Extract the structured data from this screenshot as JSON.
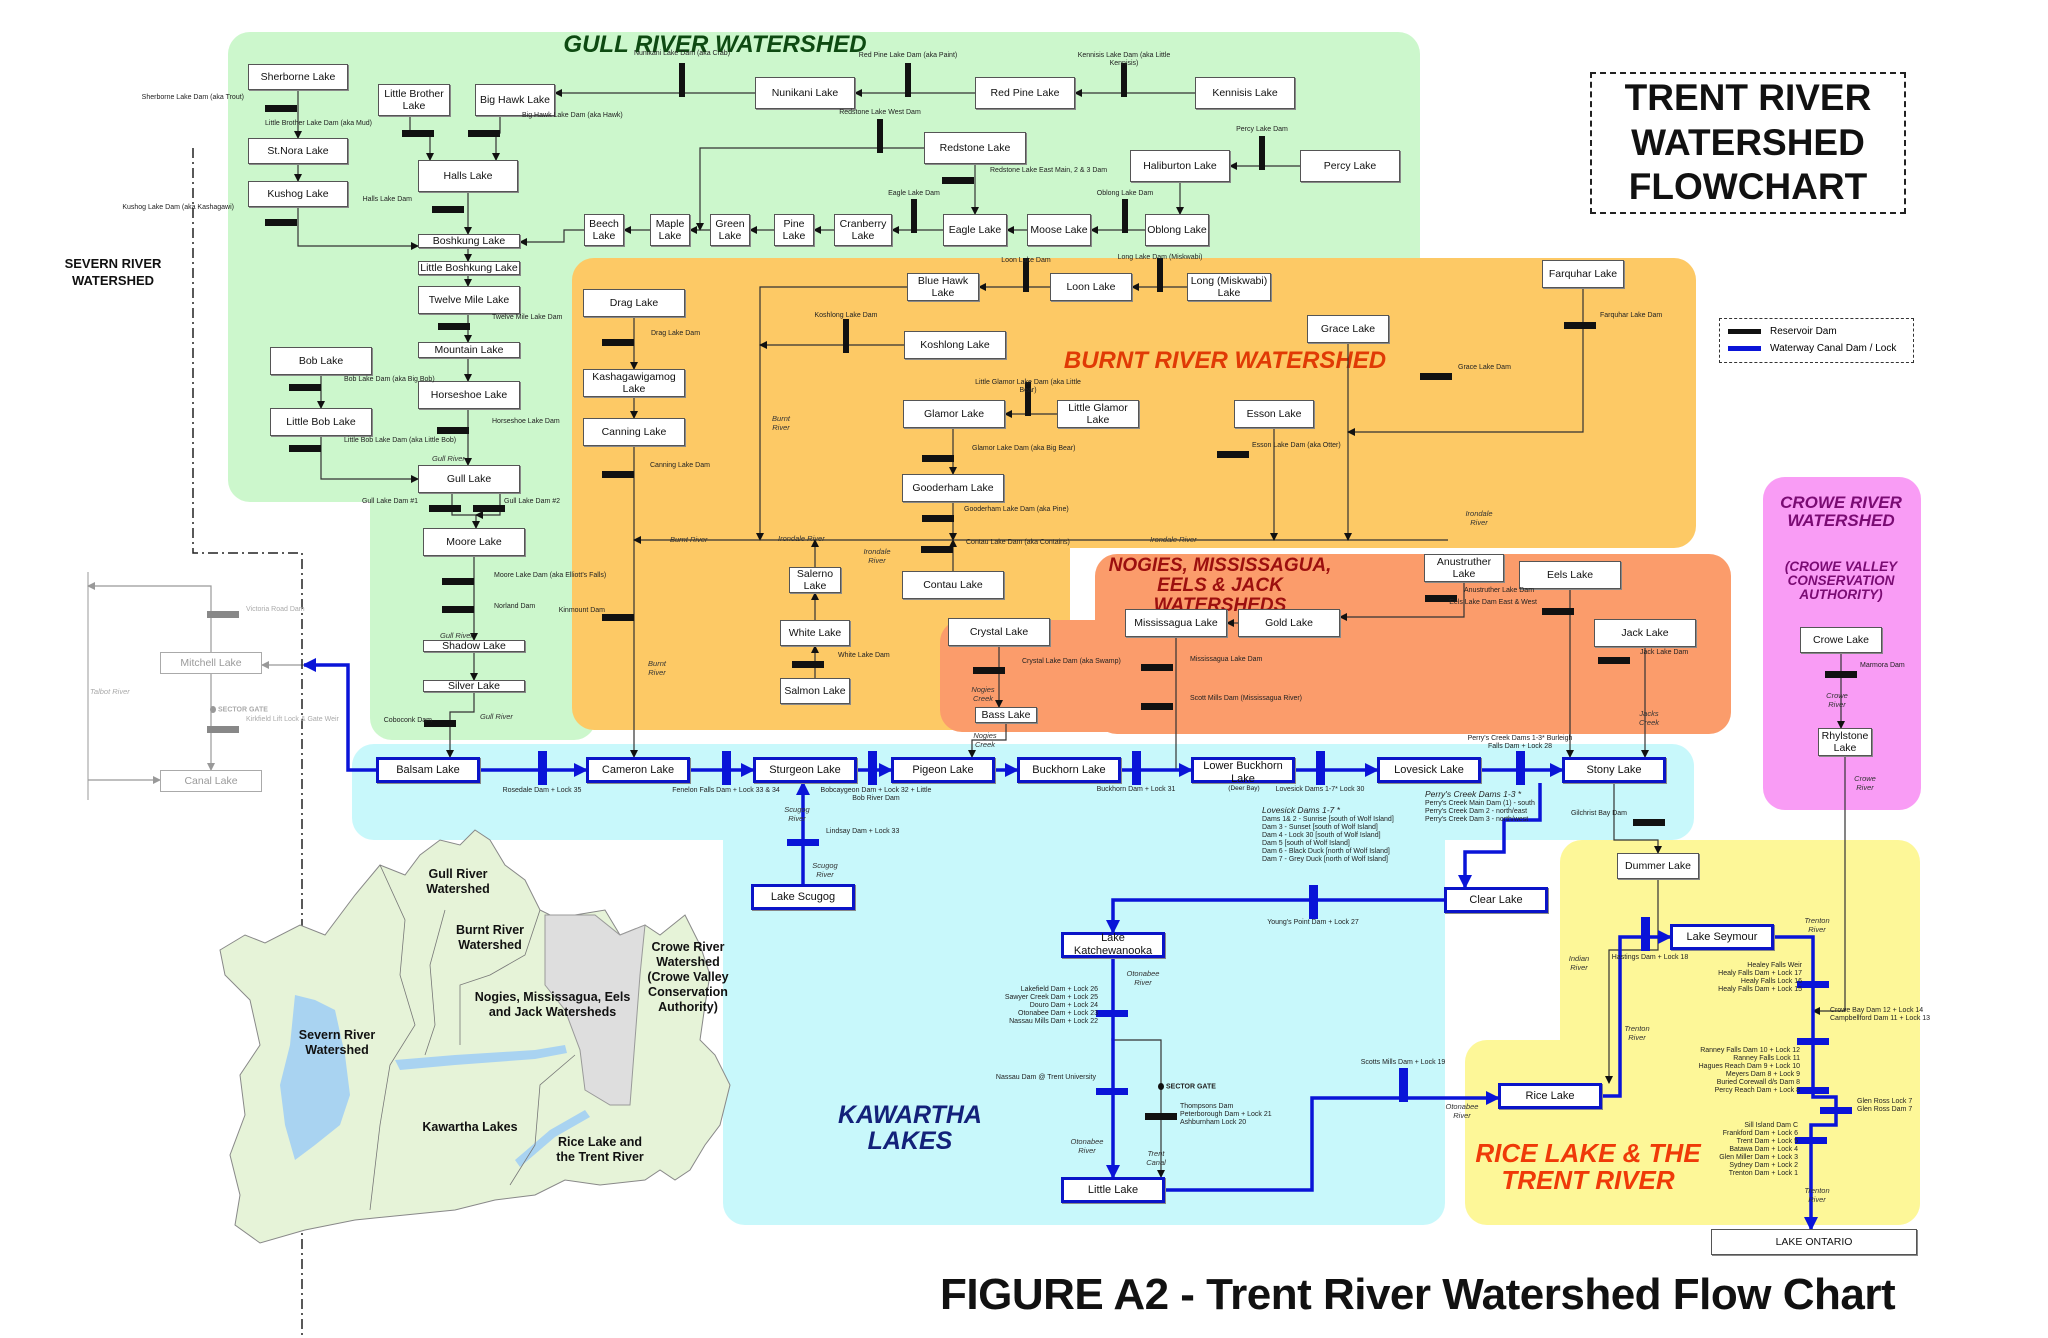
{
  "title": {
    "lines": [
      "TRENT RIVER",
      "WATERSHED",
      "FLOWCHART"
    ]
  },
  "figure_caption": "FIGURE A2 - Trent River Watershed Flow Chart",
  "legend": {
    "items": [
      {
        "label": "Reservoir Dam",
        "color": "#111111"
      },
      {
        "label": "Waterway Canal Dam / Lock",
        "color": "#0a14d8"
      }
    ]
  },
  "colors": {
    "gull": "#ccf7cc",
    "burnt": "#fdc965",
    "nogies": "#fb9c6b",
    "kawartha": "#c8f8fb",
    "rice": "#fdf798",
    "crowe": "#f99cf5",
    "canal_blue": "#0a14d8",
    "reservoir_black": "#111111",
    "gull_title": "#0e4a12",
    "burnt_title": "#e03a05",
    "nogies_title": "#9c0f0f",
    "kawartha_title": "#13217a",
    "rice_title": "#ef3a08",
    "crowe_title": "#7a0b73"
  },
  "severn": {
    "label": "SEVERN RIVER WATERSHED"
  },
  "regions": {
    "gull": "GULL RIVER WATERSHED",
    "burnt": "BURNT RIVER WATERSHED",
    "nogies": "NOGIES, MISSISSAGUA, EELS & JACK WATERSHEDS",
    "kawartha": "KAWARTHA LAKES",
    "rice": "RICE LAKE & THE TRENT RIVER",
    "crowe": "CROWE RIVER WATERSHED",
    "crowe_sub": "(CROWE VALLEY CONSERVATION AUTHORITY)"
  },
  "lakes": {
    "sherborne": "Sherborne Lake",
    "stnora": "St.Nora Lake",
    "kushog": "Kushog Lake",
    "littlebrother": "Little Brother Lake",
    "bighawk": "Big Hawk Lake",
    "halls": "Halls Lake",
    "nunikani": "Nunikani Lake",
    "redpine": "Red Pine Lake",
    "kennisis": "Kennisis Lake",
    "redstone": "Redstone Lake",
    "haliburton": "Haliburton Lake",
    "percy": "Percy Lake",
    "boshkung": "Boshkung Lake",
    "beech": "Beech Lake",
    "maple": "Maple Lake",
    "green": "Green Lake",
    "pine": "Pine Lake",
    "cranberry": "Cranberry Lake",
    "eagle": "Eagle Lake",
    "moose": "Moose Lake",
    "oblong": "Oblong Lake",
    "littleboshkung": "Little Boshkung Lake",
    "twelvemile": "Twelve Mile Lake",
    "mountain": "Mountain Lake",
    "horseshoe": "Horseshoe Lake",
    "bob": "Bob Lake",
    "littlebob": "Little Bob Lake",
    "gull": "Gull Lake",
    "moore": "Moore Lake",
    "shadow": "Shadow Lake",
    "silver": "Silver Lake",
    "drag": "Drag Lake",
    "kashag": "Kashagawigamog Lake",
    "canning": "Canning Lake",
    "bluehawk": "Blue Hawk Lake",
    "loon": "Loon Lake",
    "long": "Long (Miskwabi) Lake",
    "koshlong": "Koshlong Lake",
    "glamor": "Glamor Lake",
    "littleglamor": "Little Glamor Lake",
    "esson": "Esson Lake",
    "grace": "Grace Lake",
    "farquhar": "Farquhar Lake",
    "gooderham": "Gooderham Lake",
    "contau": "Contau Lake",
    "salerno": "Salerno Lake",
    "white": "White Lake",
    "salmon": "Salmon Lake",
    "crystal": "Crystal Lake",
    "bass": "Bass Lake",
    "mississagua": "Mississagua Lake",
    "gold": "Gold Lake",
    "anustruther": "Anustruther Lake",
    "eels": "Eels Lake",
    "jack": "Jack Lake",
    "balsam": "Balsam Lake",
    "cameron": "Cameron Lake",
    "sturgeon": "Sturgeon Lake",
    "pigeon": "Pigeon Lake",
    "buckhorn": "Buckhorn Lake",
    "lowerbuckhorn": "Lower Buckhorn Lake",
    "lowerbuckhorn_sub": "(Deer Bay)",
    "lovesick": "Lovesick Lake",
    "stony": "Stony Lake",
    "scugog": "Lake Scugog",
    "clear": "Clear Lake",
    "katchewanooka": "Lake Katchewanooka",
    "little": "Little Lake",
    "rice": "Rice Lake",
    "seymour": "Lake Seymour",
    "dummer": "Dummer Lake",
    "crowe": "Crowe Lake",
    "rhylstone": "Rhylstone Lake",
    "ontario": "LAKE ONTARIO",
    "mitchell": "Mitchell Lake",
    "canal": "Canal Lake"
  },
  "dams": {
    "sherborne": "Sherborne Lake Dam (aka Trout)",
    "kushog": "Kushog Lake Dam (aka Kashagawi)",
    "littlebrother": "Little Brother Lake Dam (aka Mud)",
    "bighawk": "Big Hawk Lake Dam (aka Hawk)",
    "halls": "Halls Lake Dam",
    "nunikani": "Nunikani Lake Dam (aka Crab)",
    "redpine": "Red Pine Lake Dam (aka Paint)",
    "kennisis": "Kennisis Lake Dam (aka Little Kennisis)",
    "redstonewest": "Redstone Lake West Dam",
    "redstoneeast": "Redstone Lake East Main, 2 & 3 Dam",
    "percy": "Percy Lake Dam",
    "eagle": "Eagle Lake Dam",
    "oblong": "Oblong Lake Dam",
    "twelvemile": "Twelve Mile Lake Dam",
    "bob": "Bob Lake Dam (aka Big Bob)",
    "littlebob": "Little Bob Lake Dam (aka Little Bob)",
    "horseshoe": "Horseshoe Lake Dam",
    "gull1": "Gull Lake Dam #1",
    "gull2": "Gull Lake Dam #2",
    "moore": "Moore Lake Dam (aka Elliott's Falls)",
    "norland": "Norland Dam",
    "coboconk": "Coboconk Dam",
    "drag": "Drag Lake Dam",
    "canning": "Canning Lake Dam",
    "kinmount": "Kinmount Dam",
    "loon": "Loon Lake Dam",
    "long": "Long Lake Dam (Miskwabi)",
    "koshlong": "Koshlong Lake Dam",
    "littleglamor": "Little Glamor Lake Dam (aka Little Bear)",
    "glamor": "Glamor Lake Dam (aka Big Bear)",
    "gooderham": "Gooderham Lake Dam (aka Pine)",
    "contau": "Contau Lake Dam (aka Contains)",
    "white": "White Lake Dam",
    "esson": "Esson Lake Dam (aka Otter)",
    "grace": "Grace Lake Dam",
    "farquhar": "Farquhar Lake Dam",
    "crystal": "Crystal Lake Dam (aka Swamp)",
    "mississagua": "Mississagua Lake Dam",
    "scottmills": "Scott Mills Dam (Mississagua River)",
    "anustruther": "Anustruther Lake Dam",
    "eels": "Eels Lake Dam East & West",
    "jack": "Jack Lake Dam",
    "rosedale": "Rosedale Dam + Lock 35",
    "fenelon": "Fenelon Falls Dam + Lock 33 & 34",
    "bobcaygeon": "Bobcaygeon Dam + Lock 32 + Little Bob River Dam",
    "buckhorn": "Buckhorn Dam + Lock 31",
    "lovesick": "Lovesick Dams 1-7* Lock 30",
    "burleigh": "Perry's Creek Dams 1-3* Burleigh Falls Dam + Lock 28",
    "lindsay": "Lindsay Dam + Lock 33",
    "gilchrist": "Gilchrist Bay Dam",
    "youngs": "Young's Point Dam + Lock 27",
    "otonabee_group": "Lakefield Dam + Lock 26 | Sawyer Creek Dam + Lock 25 | Douro Dam + Lock 24 | Otonabee Dam + Lock 23 | Nassau Mills Dam + Lock 22",
    "nassau": "Nassau Dam @ Trent University",
    "thompsons": "Thompsons Dam | Peterborough Dam + Lock 21 | Ashburnham Lock 20",
    "scottsmills": "Scotts Mills Dam + Lock 19",
    "hastings": "Hastings Dam + Lock 18",
    "healy": "Healey Falls Weir | Healy Falls Dam + Lock 17 | Healy Falls Lock 16 | Healy Falls Dam + Lock 15",
    "crowebay": "Crowe Bay Dam 12 + Lock 14 | Campbellford Dam 11 + Lock 13",
    "ranney": "Ranney Falls Dam 10 + Lock 12 | Ranney Falls Lock 11 | Hagues Reach Dam 9 + Lock 10 | Meyers Dam 8 + Lock 9 | Buried Corewall d/s Dam 8 | Percy Reach Dam + Lock 8",
    "glenross": "Glen Ross Lock 7 | Glen Ross Dam 7",
    "sill": "Sill Island Dam C | Frankford Dam + Lock 6 | Trent Dam + Lock 5 | Batawa Dam + Lock 4 | Glen Miller Dam + Lock 3 | Sydney Dam + Lock 2 | Trenton Dam + Lock 1",
    "marmora": "Marmora Dam",
    "victoria": "Victoria Road Dam",
    "kirkfield": "Kirkfield Lift Lock & Gate Weir"
  },
  "notes": {
    "lovesick_title": "Lovesick Dams 1-7 *",
    "lovesick_items": [
      "Dams 1& 2 - Sunrise [south of Wolf Island]",
      "Dam 3 - Sunset [south of Wolf Island]",
      "Dam 4 - Lock 30 [south of Wolf Island]",
      "Dam 5 [south of Wolf Island]",
      "Dam 6 - Black Duck [north of Wolf Island]",
      "Dam 7 - Grey Duck [north of Wolf Island]"
    ],
    "perrys_title": "Perry's Creek Dams 1-3 *",
    "perrys_items": [
      "Perry's Creek Main Dam (1) - south",
      "Perry's Creek Dam 2 - north/east",
      "Perry's Creek Dam 3 - north/west"
    ],
    "sector_gate": "SECTOR GATE"
  },
  "rivers": {
    "gull": "Gull River",
    "burnt": "Burnt River",
    "irondale": "Irondale River",
    "nogies": "Nogies Creek",
    "jacks": "Jacks Creek",
    "scugog": "Scugog River",
    "otonabee": "Otonabee River",
    "trentcanal": "Trent Canal",
    "indian": "Indian River",
    "trenton": "Trenton River",
    "crowe": "Crowe River",
    "talbot": "Talbot River"
  },
  "map": {
    "labels": [
      "Gull River Watershed",
      "Burnt River Watershed",
      "Nogies, Mississagua, Eels and Jack Watersheds",
      "Crowe River Watershed (Crowe Valley Conservation Authority)",
      "Severn River Watershed",
      "Kawartha Lakes",
      "Rice Lake and the Trent River"
    ]
  }
}
